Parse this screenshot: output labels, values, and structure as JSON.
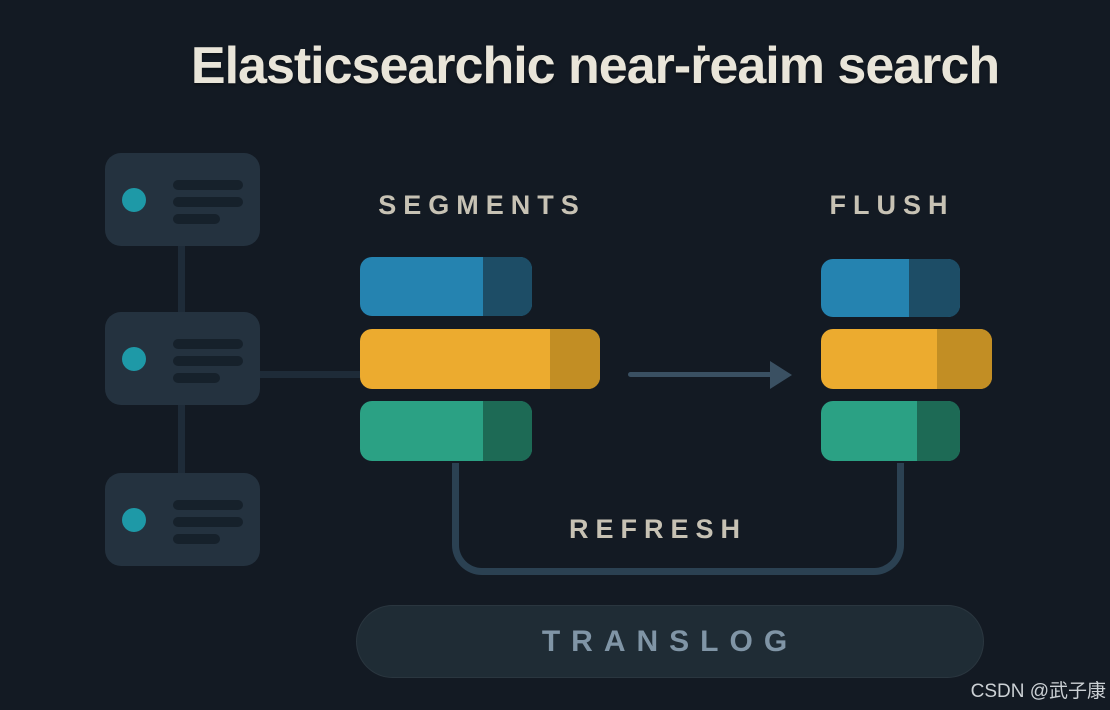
{
  "title": "Elasticsearchic near-ṙeaim search",
  "watermark": "CSDN @武子康",
  "labels": {
    "refresh": "REFRESH",
    "translog": "TRANSLOG"
  },
  "segments": {
    "label": "SEGMENTS",
    "bars": [
      {
        "name": "blue-segment",
        "main": "#2583b0",
        "cap": "#1d4d66"
      },
      {
        "name": "yellow-segment",
        "main": "#ecab2f",
        "cap": "#c28e24"
      },
      {
        "name": "green-segment",
        "main": "#2ba184",
        "cap": "#1d6a55"
      }
    ]
  },
  "flush": {
    "label": "FLUSH",
    "bars": [
      {
        "name": "blue-segment",
        "main": "#2583b0",
        "cap": "#1d4d66"
      },
      {
        "name": "yellow-segment",
        "main": "#ecab2f",
        "cap": "#c28e24"
      },
      {
        "name": "green-segment",
        "main": "#2ba184",
        "cap": "#1d6a55"
      }
    ]
  },
  "nodes": {
    "count": 3,
    "description": "document node cards with teal status dot and text lines"
  },
  "colors": {
    "background": "#131a23",
    "card": "#24323f",
    "card_text_line": "#16212b",
    "node_dot": "#1e99a7",
    "connector": "#1e2b38",
    "arrow": "#3a5062",
    "bracket": "#2b4152",
    "section_label_text": "#c7c2b4",
    "title_text": "#e9e5d9",
    "translog_bg": "#1f2c35",
    "translog_text": "#8095a6"
  }
}
